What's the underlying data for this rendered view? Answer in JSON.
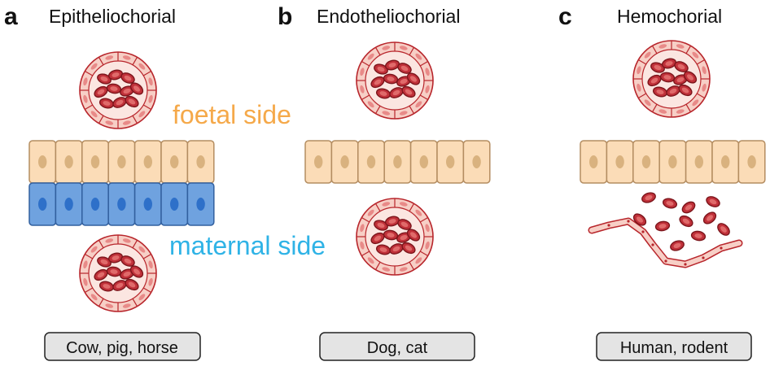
{
  "colors": {
    "foetal_label": "#f5a94a",
    "maternal_label": "#2fb3e6",
    "foetal_cell_fill": "#fbdcb7",
    "foetal_cell_stroke": "#b48d61",
    "foetal_nucleus": "#d9b27f",
    "maternal_cell_fill": "#6fa2df",
    "maternal_cell_stroke": "#32609f",
    "maternal_nucleus": "#2e70c9",
    "vessel_fill": "#f7cfc6",
    "vessel_stroke": "#b8262c",
    "rbc_fill": "#c0313a",
    "rbc_stroke": "#7c151b",
    "species_box_fill": "#e4e4e4",
    "species_box_stroke": "#222222"
  },
  "labels": {
    "foetal_side": "foetal side",
    "maternal_side": "maternal side"
  },
  "panels": [
    {
      "letter": "a",
      "title": "Epitheliochorial",
      "species": "Cow, pig, horse",
      "layers": [
        "foetal-vessel",
        "foetal-epithelium",
        "maternal-epithelium",
        "maternal-vessel"
      ]
    },
    {
      "letter": "b",
      "title": "Endotheliochorial",
      "species": "Dog, cat",
      "layers": [
        "foetal-vessel",
        "foetal-epithelium",
        "maternal-vessel"
      ]
    },
    {
      "letter": "c",
      "title": "Hemochorial",
      "species": "Human, rodent",
      "layers": [
        "foetal-vessel",
        "foetal-epithelium",
        "maternal-blood-pool"
      ]
    }
  ]
}
